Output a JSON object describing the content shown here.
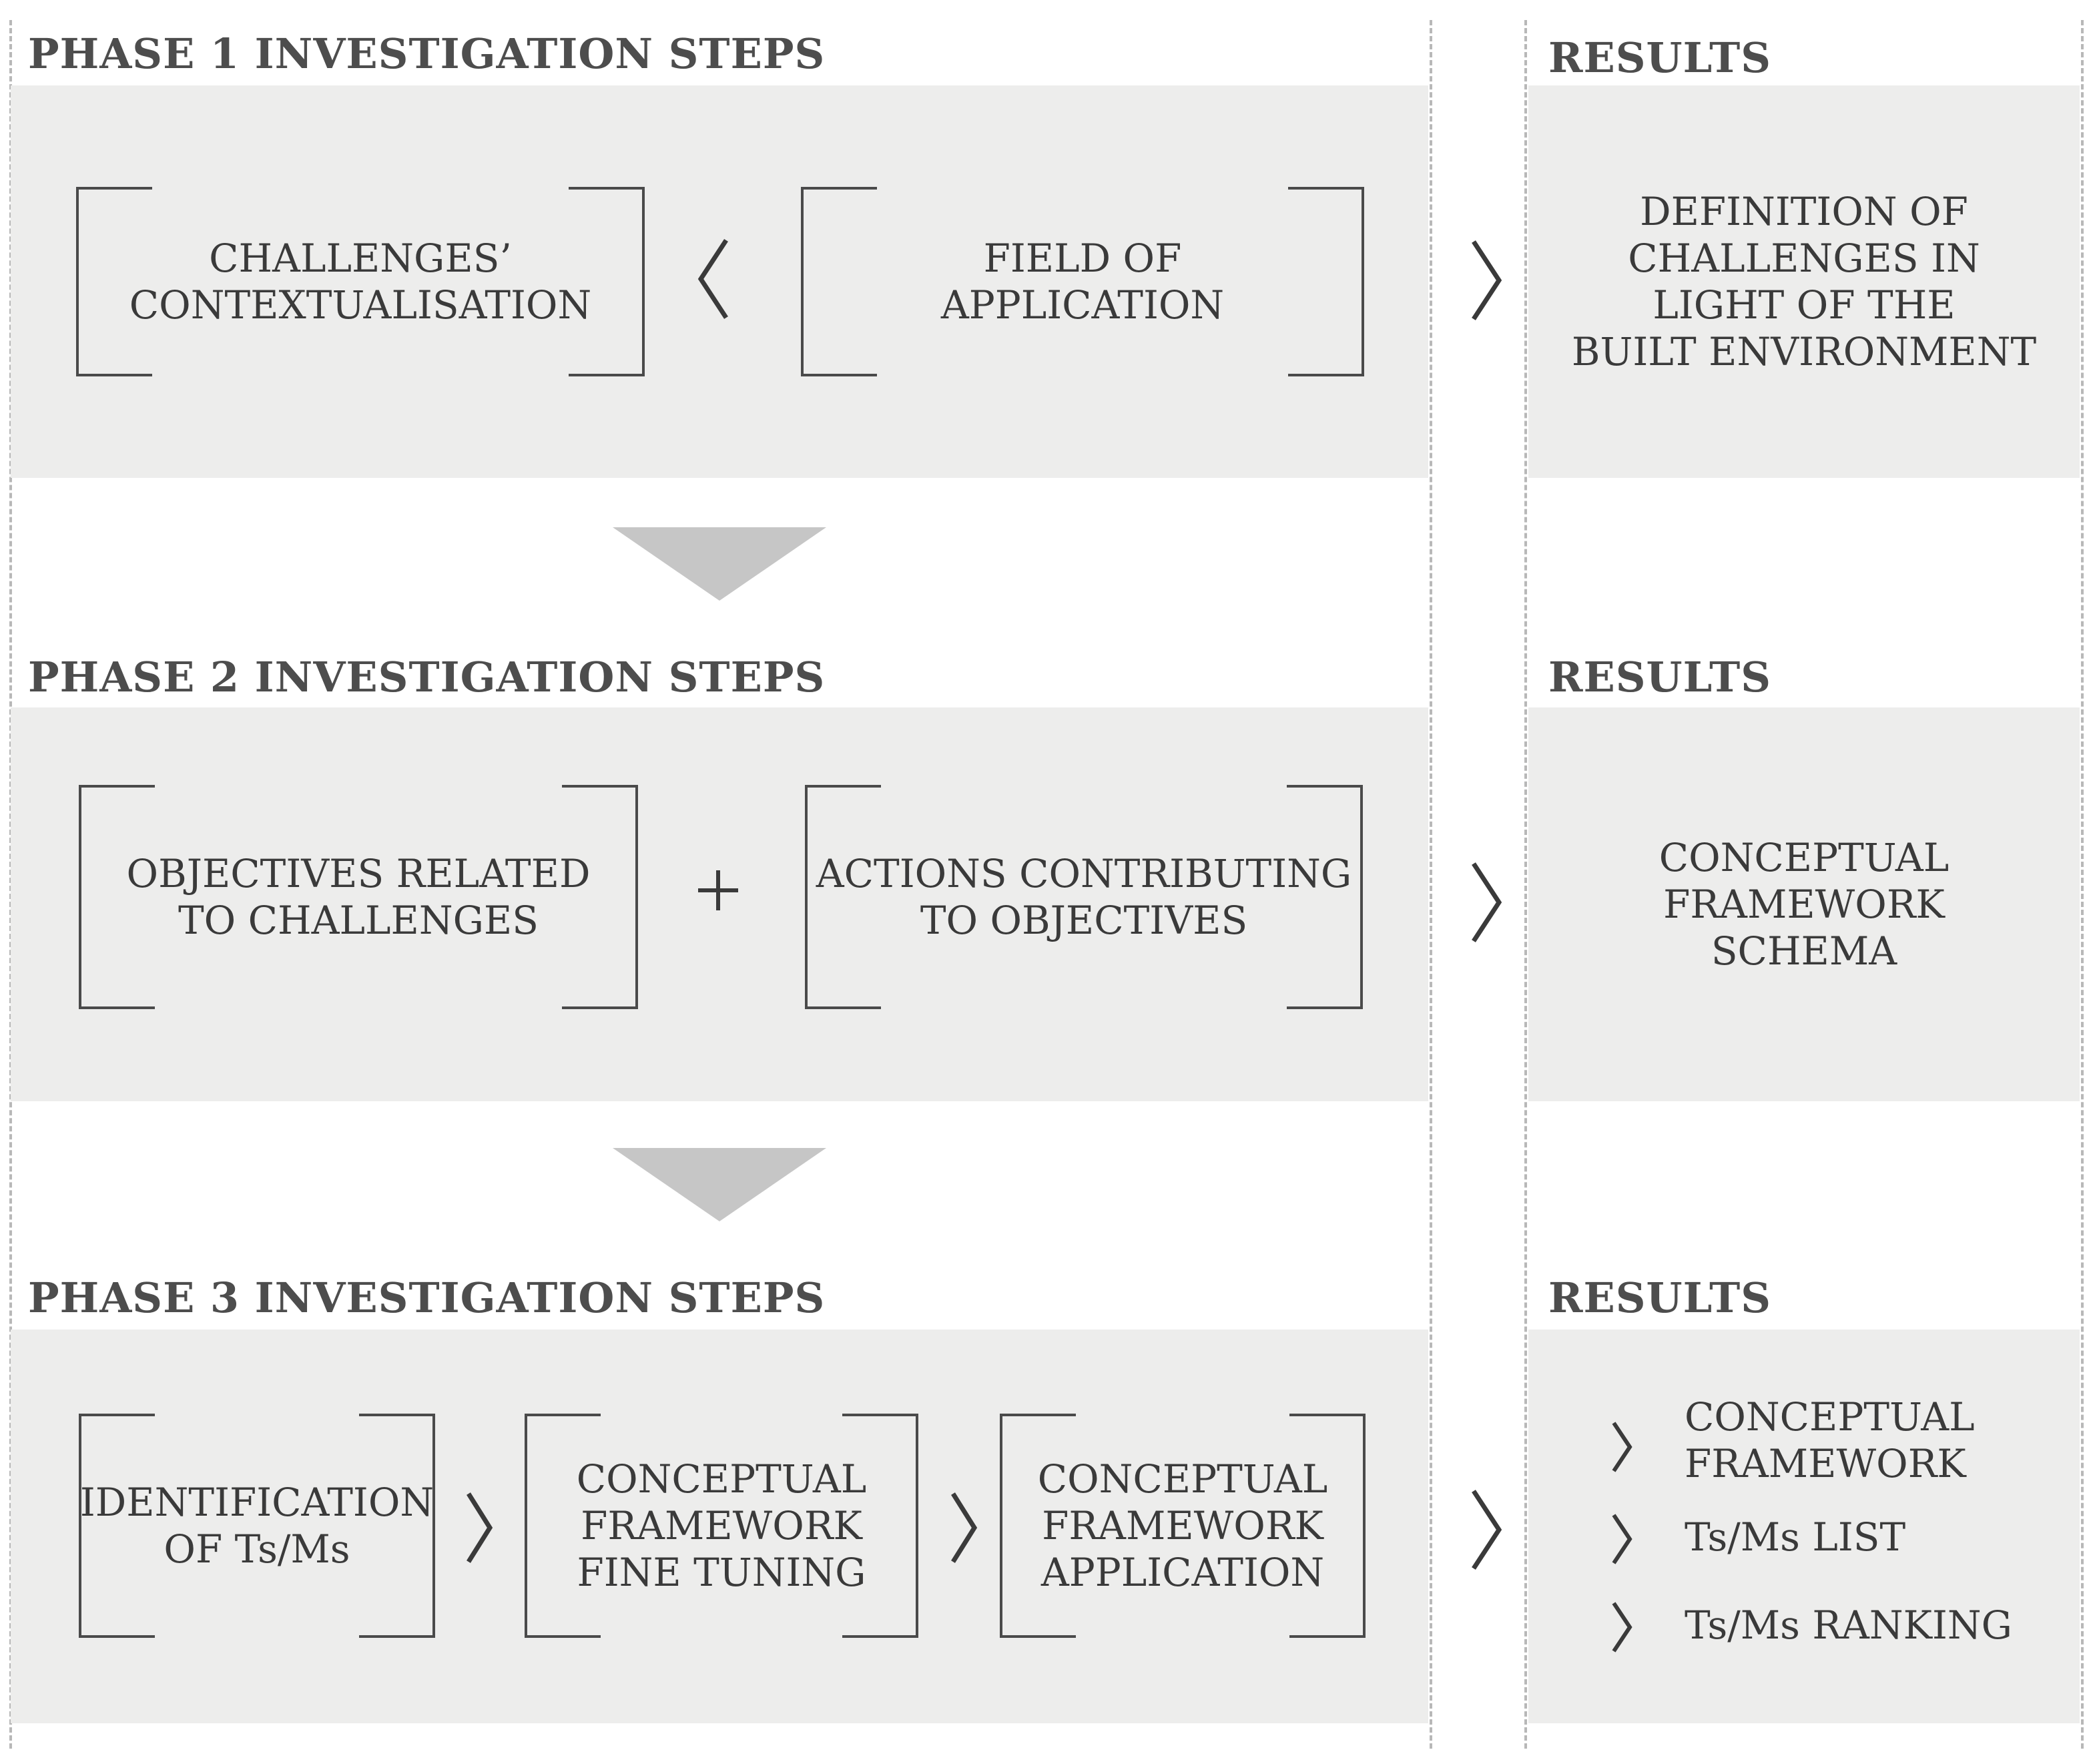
{
  "phases": [
    {
      "heading": "PHASE 1 INVESTIGATION STEPS",
      "steps": [
        "CHALLENGES’\nCONTEXTUALISATION",
        "FIELD OF\nAPPLICATION"
      ],
      "connectors": [
        "left-angle-icon"
      ],
      "results_heading": "RESULTS",
      "result": "DEFINITION OF\nCHALLENGES IN\nLIGHT OF THE\nBUILT ENVIRONMENT"
    },
    {
      "heading": "PHASE 2 INVESTIGATION STEPS",
      "steps": [
        "OBJECTIVES RELATED\nTO CHALLENGES",
        "ACTIONS CONTRIBUTING\nTO OBJECTIVES"
      ],
      "connectors": [
        "plus-icon"
      ],
      "results_heading": "RESULTS",
      "result": "CONCEPTUAL\nFRAMEWORK\nSCHEMA"
    },
    {
      "heading": "PHASE 3 INVESTIGATION STEPS",
      "steps": [
        "IDENTIFICATION\nOF Ts/Ms",
        "CONCEPTUAL\nFRAMEWORK\nFINE TUNING",
        "CONCEPTUAL\nFRAMEWORK\nAPPLICATION"
      ],
      "connectors": [
        "right-angle-icon",
        "right-angle-icon"
      ],
      "results_heading": "RESULTS",
      "result_items": [
        "CONCEPTUAL\nFRAMEWORK",
        "Ts/Ms LIST",
        "Ts/Ms RANKING"
      ]
    }
  ],
  "colors": {
    "panel": "#ededec",
    "line": "#4a4a4a",
    "arrow": "#c6c6c6",
    "divider": "#b8b8b8",
    "heading": "#4d4d4d"
  }
}
